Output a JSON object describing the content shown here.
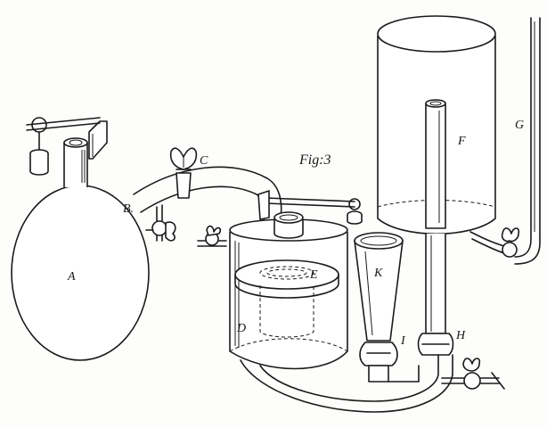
{
  "figure_title": "Fig:3",
  "labels": {
    "A": "A",
    "B": "B.",
    "C": "C",
    "D": "D",
    "E": "E",
    "F": "F",
    "G": "G",
    "H": "H",
    "I": "I",
    "K": "K"
  }
}
